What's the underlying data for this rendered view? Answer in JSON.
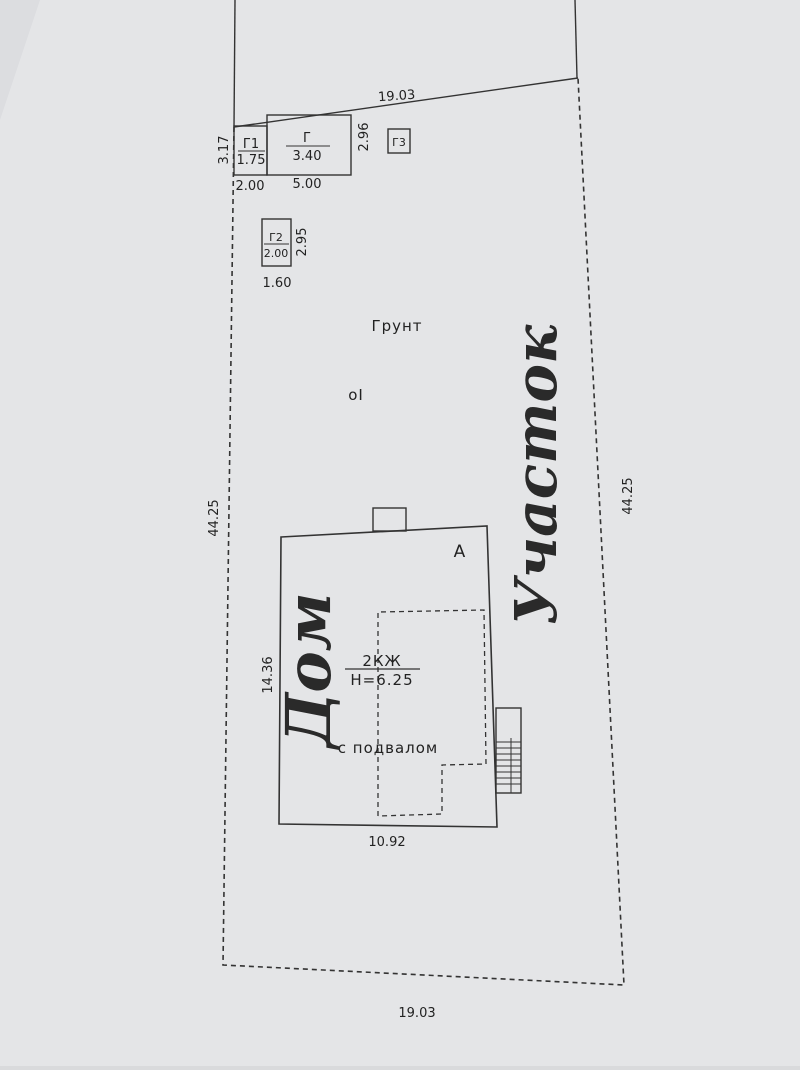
{
  "plan": {
    "top_width": "19.03",
    "bottom_width": "19.03",
    "left_length": "44.25",
    "right_length": "44.25",
    "ground_label": "Грунт",
    "ground_mark": "оI",
    "plot_word": "Участок"
  },
  "garage_g1": {
    "name": "Г1",
    "length": "1.75",
    "height": "3.17",
    "width": "2.00"
  },
  "garage_g": {
    "name": "Г",
    "length": "3.40",
    "height": "2.96",
    "width": "5.00"
  },
  "shed_g3": {
    "name": "Г3"
  },
  "shed_g2": {
    "name": "Г2",
    "length": "2.00",
    "height": "2.95",
    "width": "1.60"
  },
  "house": {
    "letter": "А",
    "word": "Дом",
    "floors": "2КЖ",
    "height": "Н=6.25",
    "basement": "с подвалом",
    "side_length": "14.36",
    "front_width": "10.92"
  },
  "colors": {
    "paper": "#e6e7e9",
    "ink": "#222222"
  }
}
